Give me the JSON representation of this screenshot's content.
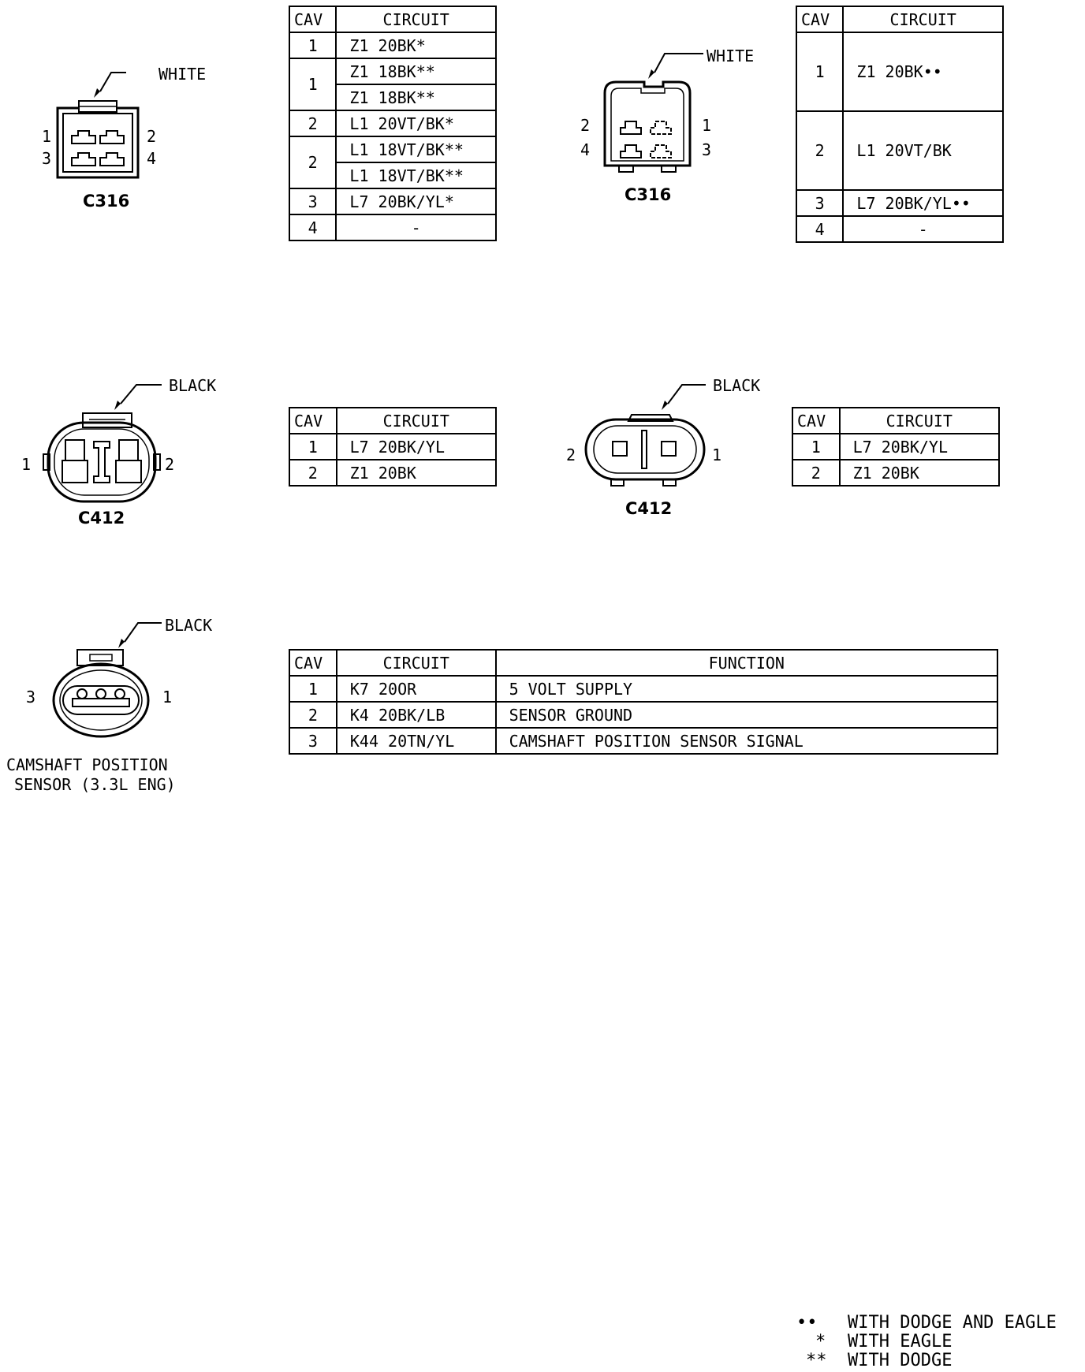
{
  "connectors": [
    {
      "id": "c316_a",
      "name": "C316",
      "color_label": "WHITE",
      "pins": [
        "1",
        "2",
        "3",
        "4"
      ],
      "table": {
        "headers": [
          "CAV",
          "CIRCUIT"
        ],
        "rows": [
          {
            "cav": "1",
            "circuits": [
              "Z1 20BK*"
            ]
          },
          {
            "cav": "1",
            "circuits": [
              "Z1 18BK**",
              "Z1 18BK**"
            ]
          },
          {
            "cav": "2",
            "circuits": [
              "L1 20VT/BK*"
            ]
          },
          {
            "cav": "2",
            "circuits": [
              "L1 18VT/BK**",
              "L1 18VT/BK**"
            ]
          },
          {
            "cav": "3",
            "circuits": [
              "L7  20BK/YL*"
            ]
          },
          {
            "cav": "4",
            "circuits": [
              "-"
            ]
          }
        ]
      }
    },
    {
      "id": "c316_b",
      "name": "C316",
      "color_label": "WHITE",
      "pins": [
        "2",
        "1",
        "4",
        "3"
      ],
      "table": {
        "headers": [
          "CAV",
          "CIRCUIT"
        ],
        "rows": [
          {
            "cav": "1",
            "circuits": [
              "Z1 20BK••"
            ]
          },
          {
            "cav": "2",
            "circuits": [
              "L1 20VT/BK"
            ]
          },
          {
            "cav": "3",
            "circuits": [
              "L7 20BK/YL••"
            ]
          },
          {
            "cav": "4",
            "circuits": [
              "-"
            ]
          }
        ]
      }
    },
    {
      "id": "c412_a",
      "name": "C412",
      "color_label": "BLACK",
      "pins": [
        "1",
        "2"
      ],
      "table": {
        "headers": [
          "CAV",
          "CIRCUIT"
        ],
        "rows": [
          {
            "cav": "1",
            "circuits": [
              "L7 20BK/YL"
            ]
          },
          {
            "cav": "2",
            "circuits": [
              "Z1 20BK"
            ]
          }
        ]
      }
    },
    {
      "id": "c412_b",
      "name": "C412",
      "color_label": "BLACK",
      "pins": [
        "2",
        "1"
      ],
      "table": {
        "headers": [
          "CAV",
          "CIRCUIT"
        ],
        "rows": [
          {
            "cav": "1",
            "circuits": [
              "L7 20BK/YL"
            ]
          },
          {
            "cav": "2",
            "circuits": [
              "Z1 20BK"
            ]
          }
        ]
      }
    },
    {
      "id": "cmp",
      "name_line1": "CAMSHAFT POSITION",
      "name_line2": "SENSOR (3.3L ENG)",
      "color_label": "BLACK",
      "pins": [
        "3",
        "1"
      ],
      "table": {
        "headers": [
          "CAV",
          "CIRCUIT",
          "FUNCTION"
        ],
        "rows": [
          {
            "cav": "1",
            "circuit": "K7 20OR",
            "function": "5 VOLT SUPPLY"
          },
          {
            "cav": "2",
            "circuit": "K4 20BK/LB",
            "function": "SENSOR GROUND"
          },
          {
            "cav": "3",
            "circuit": "K44 20TN/YL",
            "function": "CAMSHAFT POSITION SENSOR SIGNAL"
          }
        ]
      }
    }
  ],
  "legend": [
    {
      "symbol": "••",
      "text": "WITH DODGE AND EAGLE"
    },
    {
      "symbol": "*",
      "text": "WITH EAGLE"
    },
    {
      "symbol": "**",
      "text": "WITH DODGE"
    }
  ]
}
